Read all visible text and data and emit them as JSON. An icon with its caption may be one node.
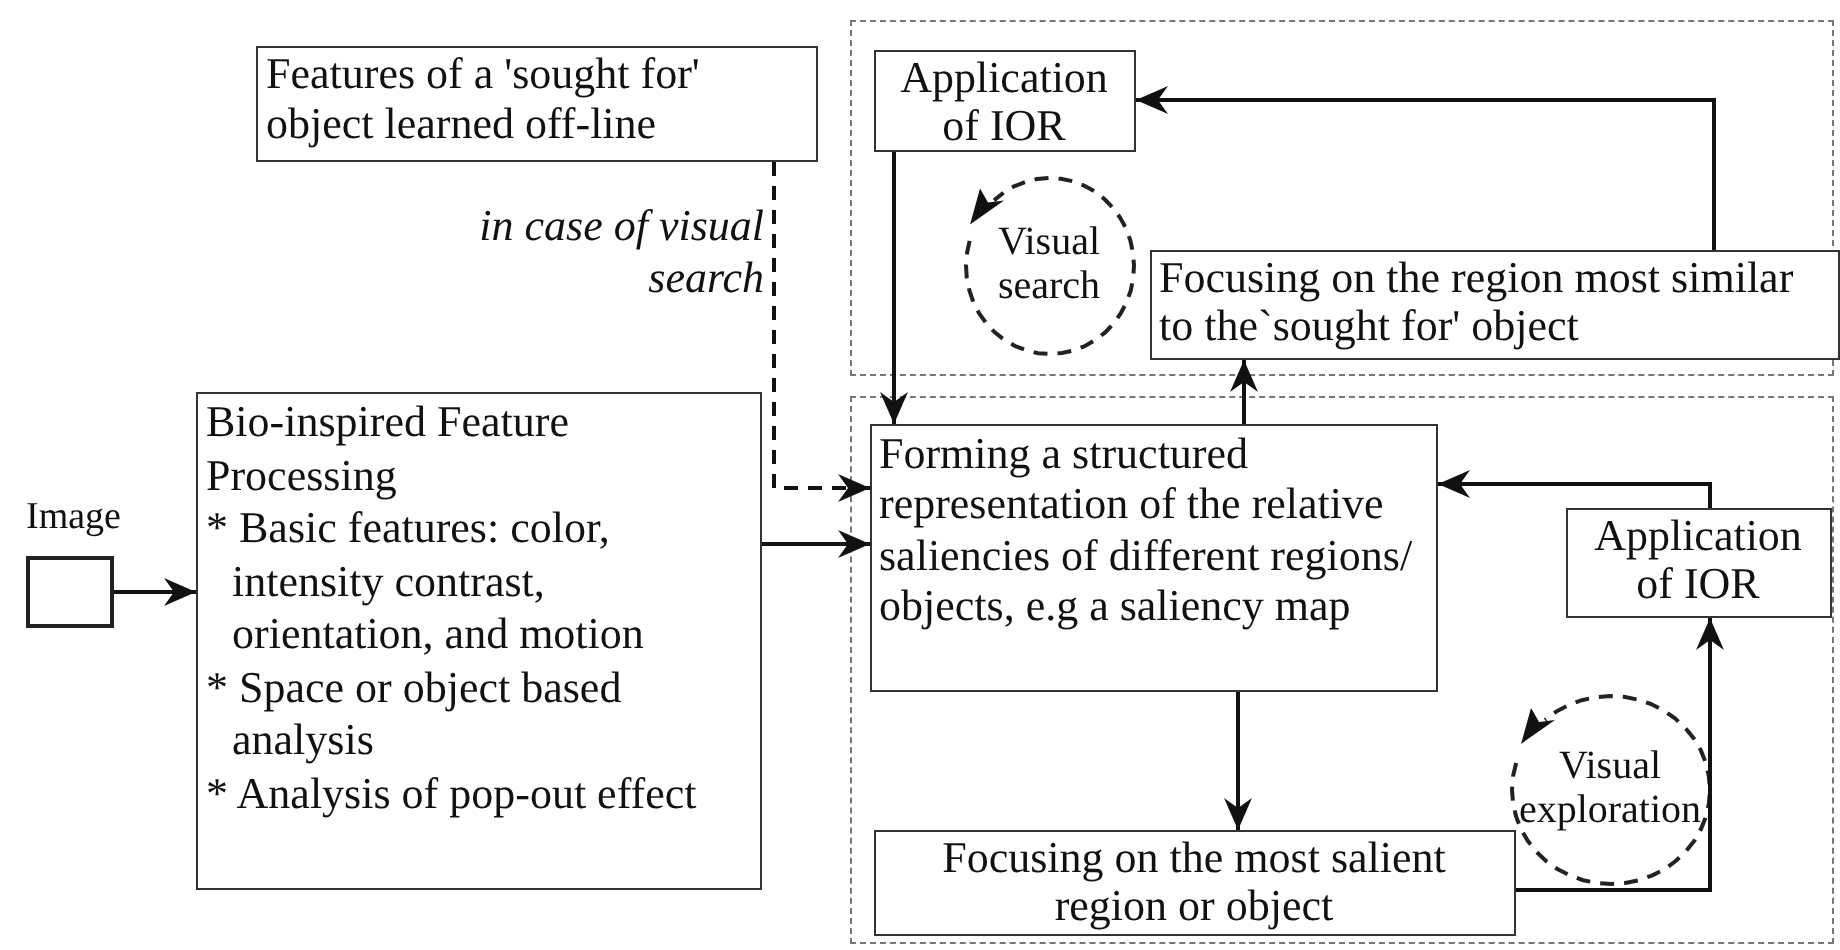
{
  "diagram": {
    "nodes": [
      {
        "text": [],
        "shape": "box"
      },
      {
        "text": [
          "Application of IOR"
        ],
        "in": 0
      },
      {
        "text": [
          "Visual search"
        ],
        "in": 0
      },
      {
        "text": [
          "Focusing on  the region most similar to the`sought for' object"
        ],
        "in": 0
      },
      {
        "text": [],
        "shape": "box"
      },
      {
        "text": [
          "Forming a structured representation of the relative saliencies of different regions/ objects, e.g a saliency map"
        ],
        "in": 4
      },
      {
        "text": [
          "Application of IOR"
        ],
        "in": 4
      },
      {
        "text": [
          "Visual exploration"
        ],
        "in": 4
      },
      {
        "text": [
          "Focusing on  the most salient region or object"
        ],
        "in": 4
      },
      {
        "text": [
          "Features of a 'sought for' object learned off-line"
        ]
      },
      {
        "text": [
          "Bio-inspired Feature Processing",
          "* Basic features: color, intensity contrast, orientation, and motion",
          "* Space or object based analysis",
          "* Analysis of pop-out effect"
        ]
      },
      {
        "text": [
          "Image"
        ]
      }
    ],
    "edges": [
      {
        "from": 11,
        "to": 10,
        "arrow": "to"
      },
      {
        "from": 10,
        "to": 5,
        "arrow": "to"
      },
      {
        "from": 9,
        "to": 5,
        "arrow": "to",
        "style": "dashed",
        "label": "in case of visual search"
      },
      {
        "from": 1,
        "to": 5,
        "arrow": "to"
      },
      {
        "from": 5,
        "to": 3,
        "arrow": "to"
      },
      {
        "from": 3,
        "to": 1,
        "arrow": "to"
      },
      {
        "from": 5,
        "to": 8,
        "arrow": "to"
      },
      {
        "from": 8,
        "to": 6,
        "arrow": "to"
      },
      {
        "from": 6,
        "to": 5,
        "arrow": "to"
      }
    ]
  }
}
